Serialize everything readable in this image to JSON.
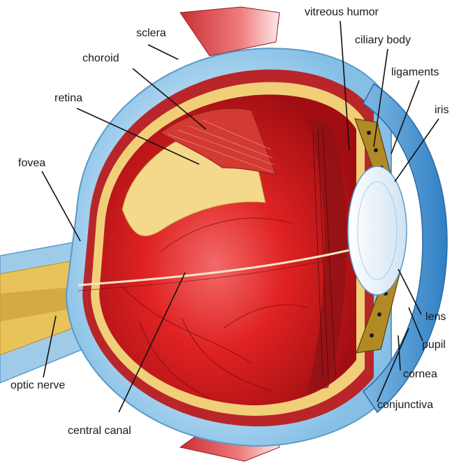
{
  "diagram": {
    "labels": {
      "vitreous_humor": "vitreous humor",
      "sclera": "sclera",
      "ciliary_body": "ciliary body",
      "choroid": "choroid",
      "ligaments": "ligaments",
      "retina": "retina",
      "iris": "iris",
      "fovea": "fovea",
      "lens": "lens",
      "pupil": "pupil",
      "cornea": "cornea",
      "optic_nerve": "optic nerve",
      "conjunctiva": "conjunctiva",
      "central_canal": "central canal"
    },
    "colors": {
      "sclera": "#a9d3ee",
      "sclera_edge": "#5a9ac8",
      "interior": "#d81f1f",
      "interior_dark": "#a30f12",
      "retina": "#f3d27a",
      "choroid": "#c8322d",
      "lens": "#e9f3fb",
      "cornea": "#3e8ed0",
      "muscle": "#e24848",
      "nerve": "#e8c35a"
    }
  }
}
